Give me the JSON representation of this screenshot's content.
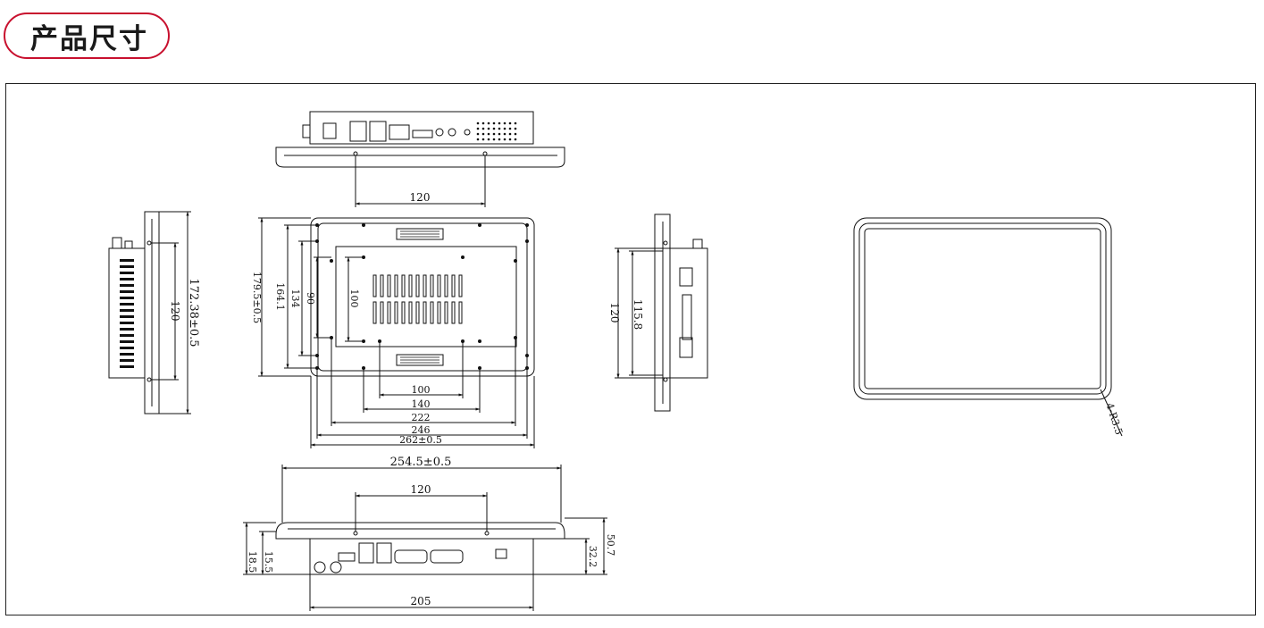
{
  "header": {
    "title": "产品尺寸"
  },
  "dimensions": {
    "top_view_holes": "120",
    "left_height_outer": "172.38±0.5",
    "left_height_inner": "120",
    "rear_height_overall": "179.5±0.5",
    "rear_height_164": "164.1",
    "rear_height_134": "134",
    "rear_height_90": "90",
    "rear_height_100": "100",
    "rear_width_100": "100",
    "rear_width_140": "140",
    "rear_width_222": "222",
    "rear_width_246": "246",
    "rear_width_overall": "262±0.5",
    "right_height_120": "120",
    "right_height_115": "115.8",
    "front_corner_radius": "4-R3.5",
    "bottom_width_overall": "254.5±0.5",
    "bottom_holes": "120",
    "bottom_depth_18": "18.5",
    "bottom_depth_15": "15.5",
    "bottom_depth_32": "32.2",
    "bottom_depth_50": "50.7",
    "bottom_body_width": "205"
  }
}
